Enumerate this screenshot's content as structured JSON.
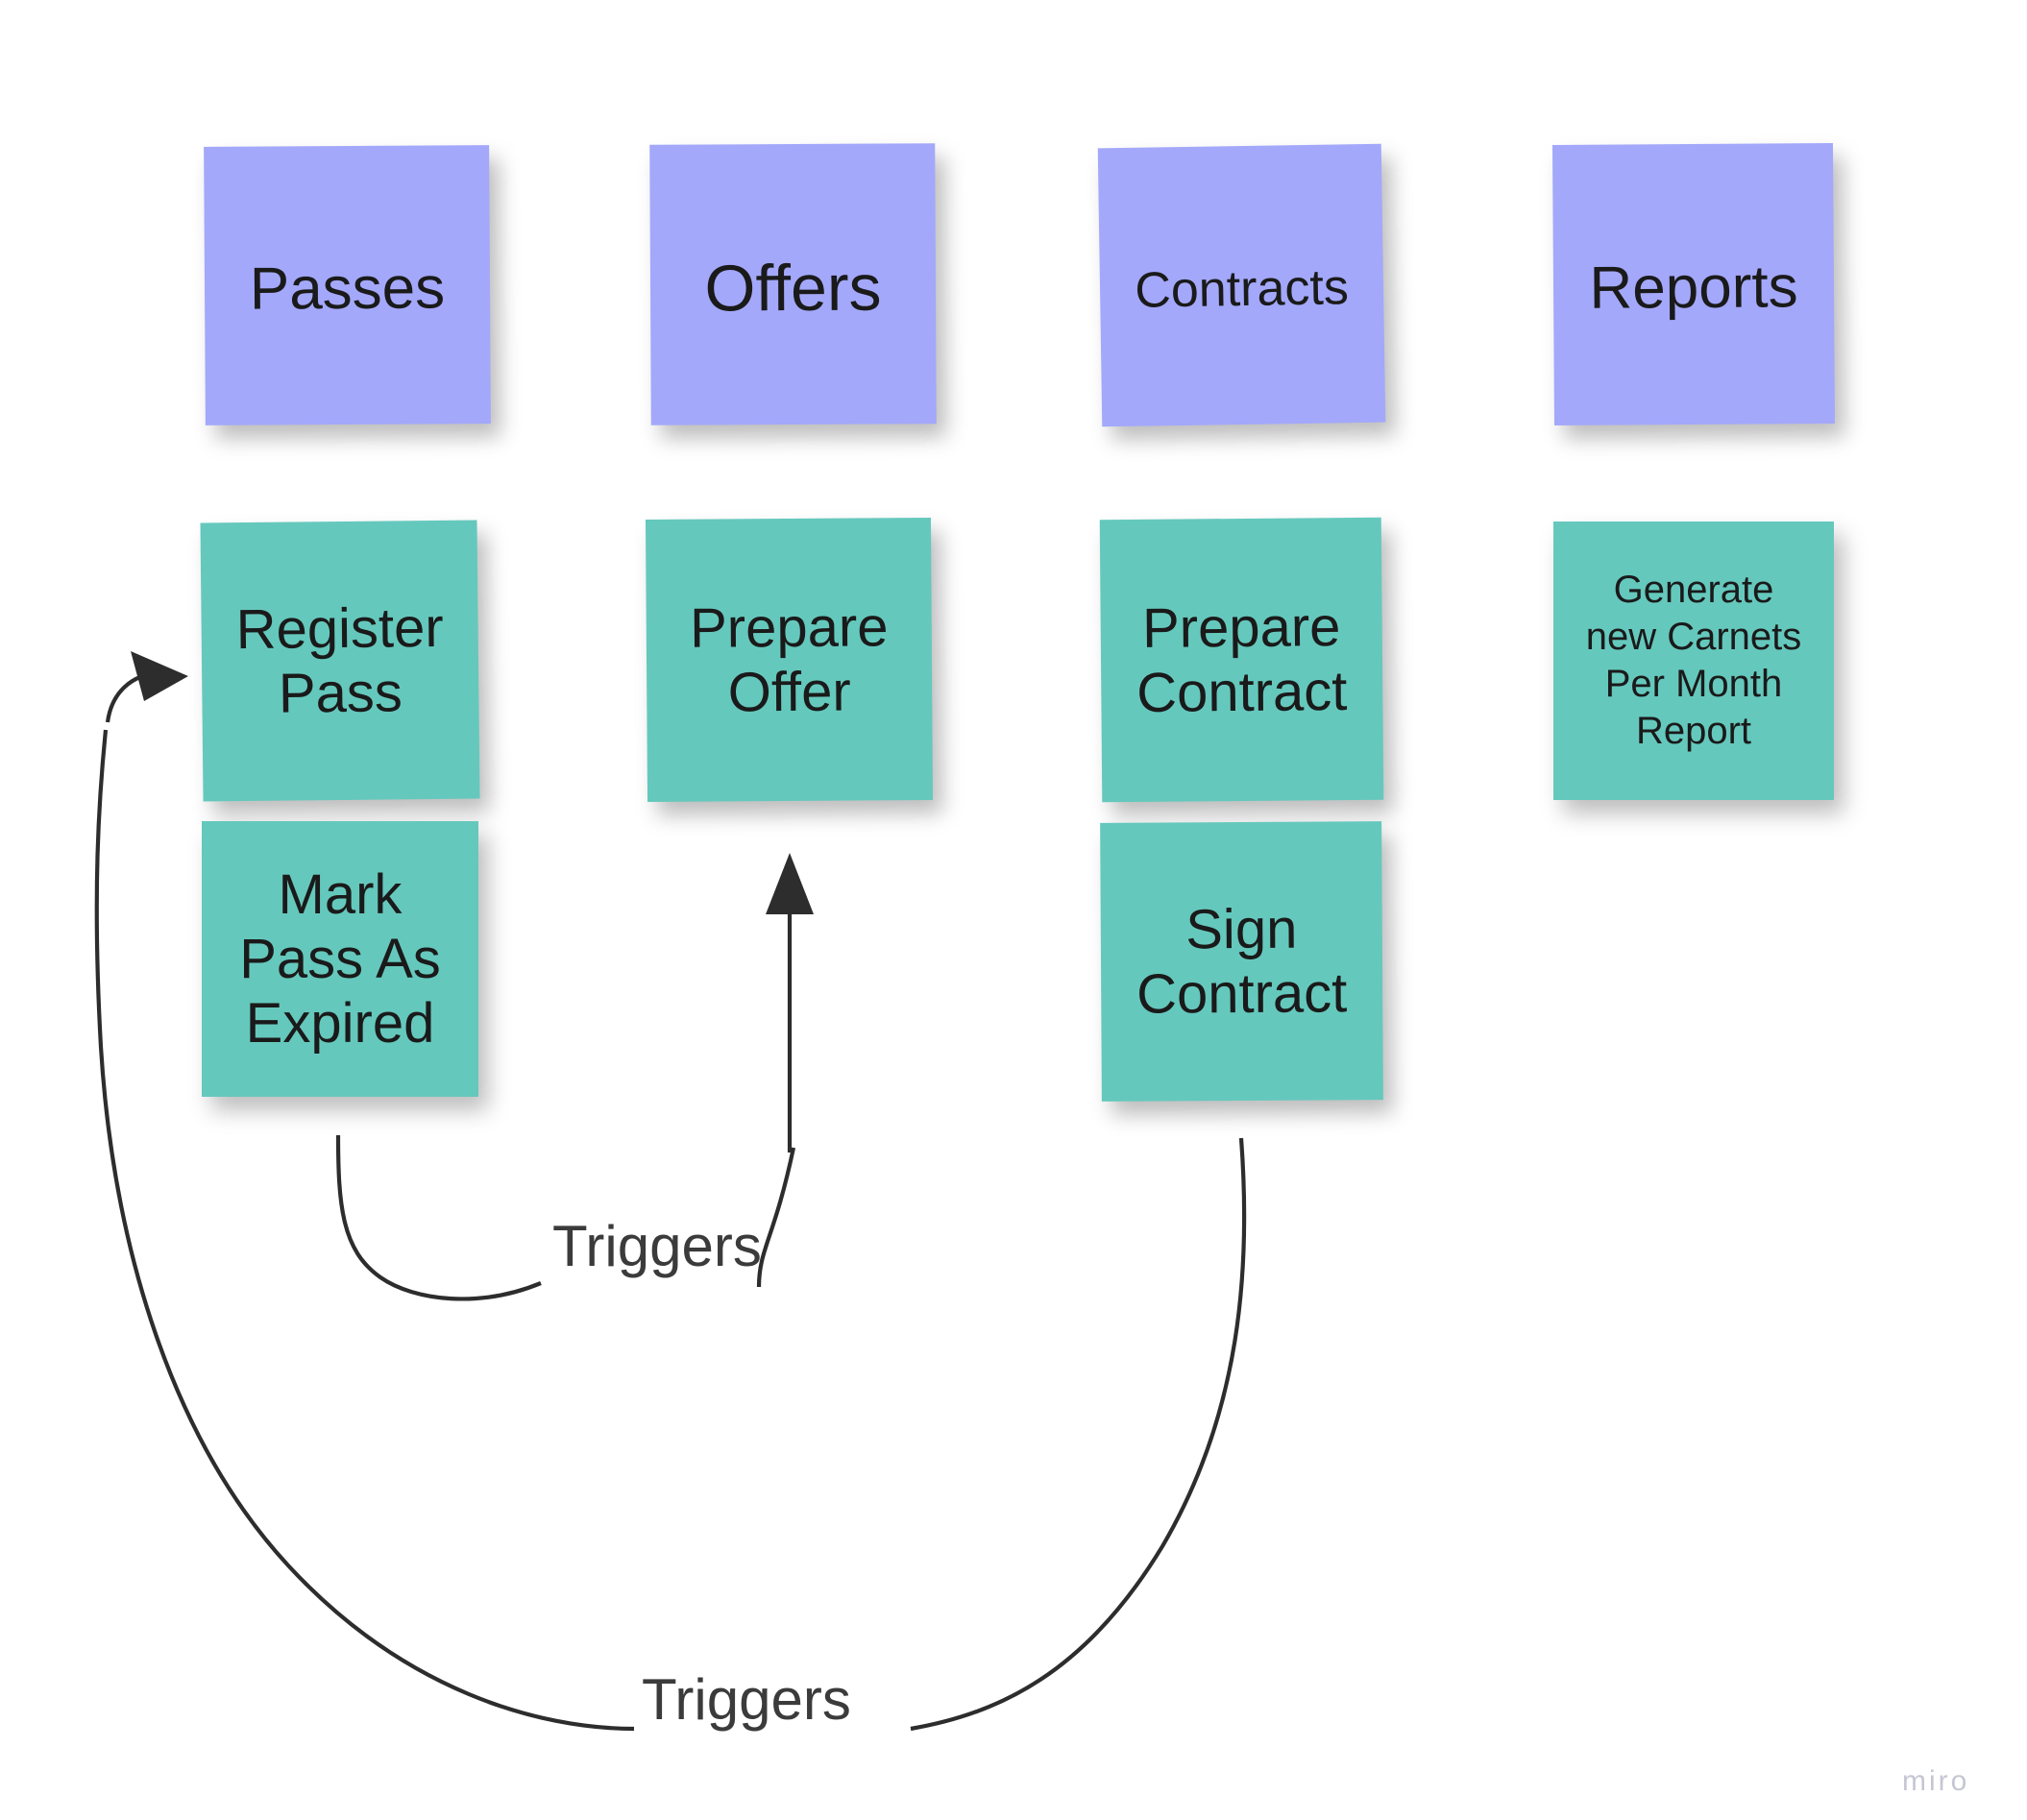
{
  "board": {
    "background_color": "#ffffff",
    "watermark": "miro"
  },
  "palette": {
    "category_note": "#a3a8fa",
    "action_note": "#65c8bd",
    "note_text": "#1a1a1a",
    "connector": "#2d2d2d",
    "label_text": "#3b3b3b",
    "watermark_text": "#c6c6d4"
  },
  "columns": [
    {
      "id": "passes",
      "category": {
        "label": "Passes",
        "color": "#a3a8fa"
      },
      "actions": [
        {
          "id": "register-pass",
          "label": "Register\nPass",
          "color": "#65c8bd"
        },
        {
          "id": "mark-pass-as-expired",
          "label": "Mark\nPass As\nExpired",
          "color": "#65c8bd"
        }
      ]
    },
    {
      "id": "offers",
      "category": {
        "label": "Offers",
        "color": "#a3a8fa"
      },
      "actions": [
        {
          "id": "prepare-offer",
          "label": "Prepare\nOffer",
          "color": "#65c8bd"
        }
      ]
    },
    {
      "id": "contracts",
      "category": {
        "label": "Contracts",
        "color": "#a3a8fa"
      },
      "actions": [
        {
          "id": "prepare-contract",
          "label": "Prepare\nContract",
          "color": "#65c8bd"
        },
        {
          "id": "sign-contract",
          "label": "Sign\nContract",
          "color": "#65c8bd"
        }
      ]
    },
    {
      "id": "reports",
      "category": {
        "label": "Reports",
        "color": "#a3a8fa"
      },
      "actions": [
        {
          "id": "generate-new-carnets-per-month-report",
          "label": "Generate\nnew Carnets\nPer Month\nReport",
          "color": "#65c8bd"
        }
      ]
    }
  ],
  "connectors": [
    {
      "id": "mark-pass-expired-triggers-prepare-offer",
      "label": "Triggers",
      "from": "mark-pass-as-expired",
      "to": "prepare-offer"
    },
    {
      "id": "sign-contract-triggers-register-pass",
      "label": "Triggers",
      "from": "sign-contract",
      "to": "register-pass"
    }
  ]
}
